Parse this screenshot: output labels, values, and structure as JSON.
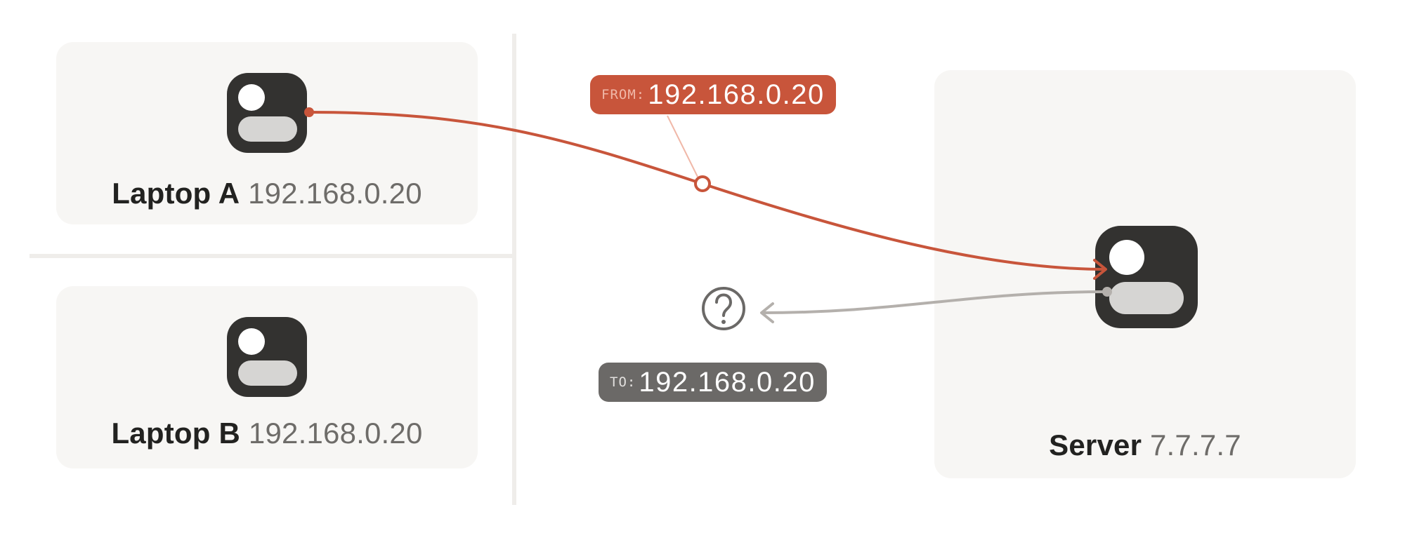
{
  "nodes": {
    "laptop_a": {
      "name": "Laptop A",
      "ip": "192.168.0.20",
      "icon": "computer-icon"
    },
    "laptop_b": {
      "name": "Laptop B",
      "ip": "192.168.0.20",
      "icon": "computer-icon"
    },
    "server": {
      "name": "Server",
      "ip": "7.7.7.7",
      "icon": "computer-icon"
    }
  },
  "packets": {
    "outgoing": {
      "key": "FROM:",
      "value": "192.168.0.20",
      "color": "#c8553b"
    },
    "reply": {
      "key": "TO:",
      "value": "192.168.0.20",
      "color": "#6b6967"
    }
  },
  "reply_target_icon": "question-mark-icon",
  "colors": {
    "accent": "#c8553b",
    "reply_line": "#b4b0ac",
    "icon_dark": "#333230",
    "panel_bg": "#f7f6f4"
  }
}
